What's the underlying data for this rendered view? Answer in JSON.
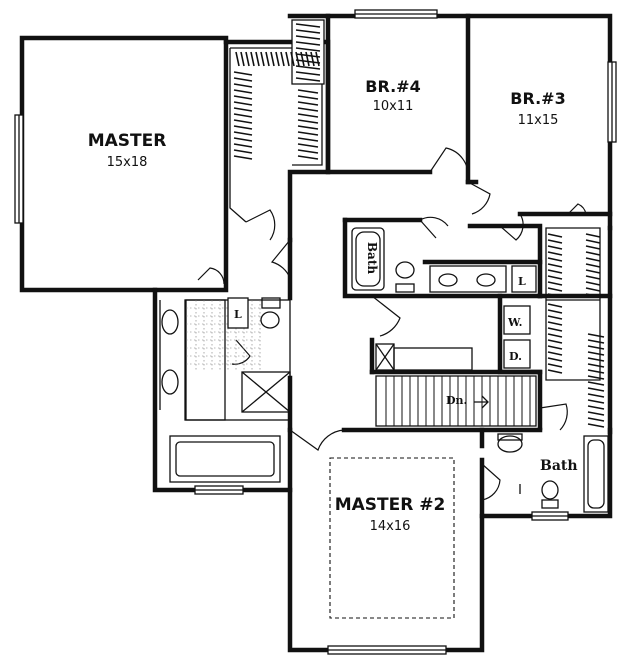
{
  "rooms": {
    "master": {
      "name": "MASTER",
      "size": "15x18"
    },
    "br4": {
      "name": "BR.#4",
      "size": "10x11"
    },
    "br3": {
      "name": "BR.#3",
      "size": "11x15"
    },
    "master2": {
      "name": "MASTER #2",
      "size": "14x16"
    }
  },
  "fixtures": {
    "bath_tub_label": "Bath",
    "bath_room_label": "Bath",
    "linen_1": "L",
    "linen_2": "L",
    "washer": "W.",
    "dryer": "D.",
    "stair_down": "Dn."
  }
}
